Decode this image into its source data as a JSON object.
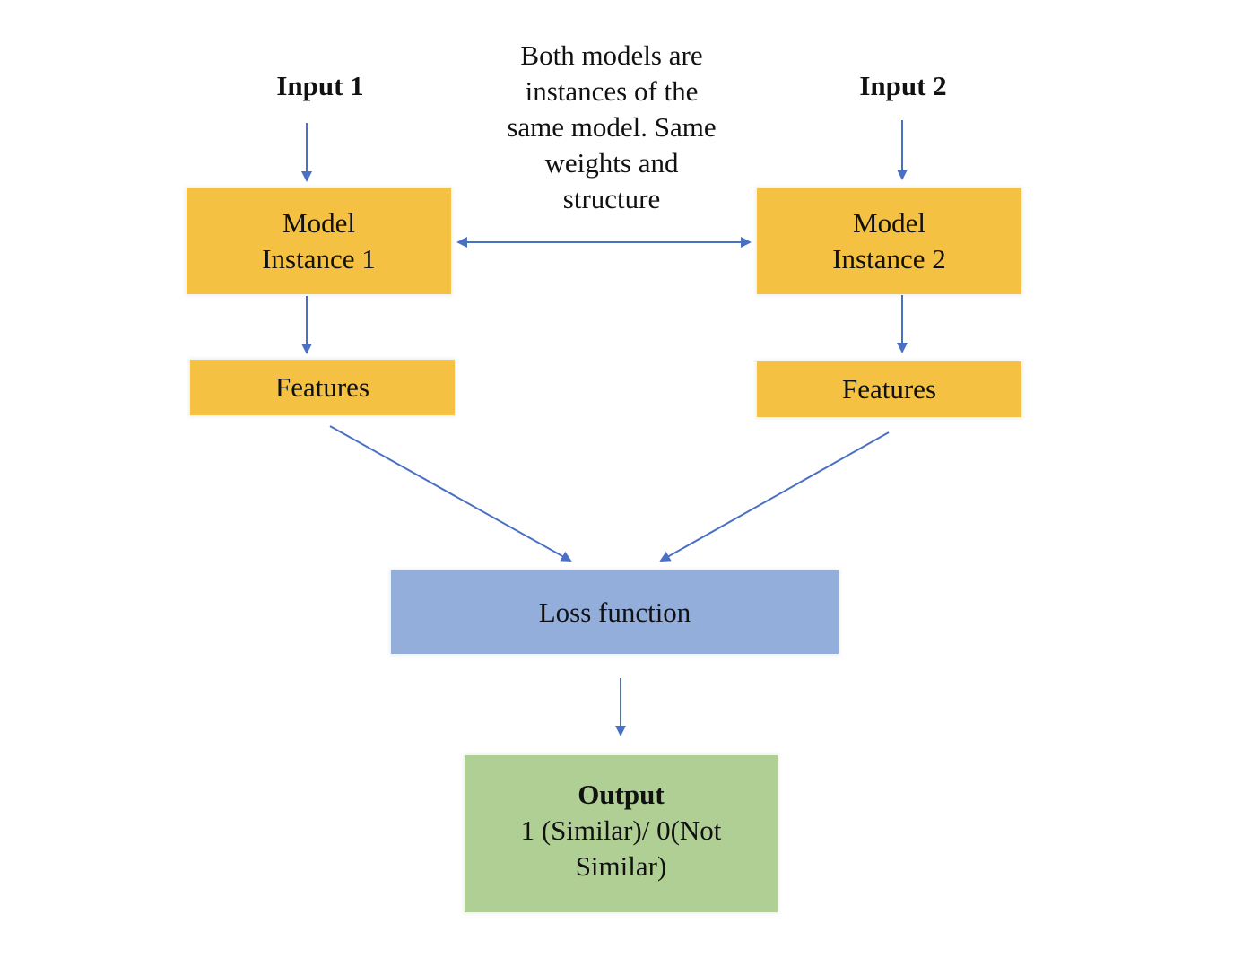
{
  "inputs": {
    "input1": "Input 1",
    "input2": "Input 2"
  },
  "note": {
    "line1": "Both models are",
    "line2": "instances of the",
    "line3": "same model. Same",
    "line4": "weights and",
    "line5": "structure"
  },
  "model1": {
    "line1": "Model",
    "line2": "Instance 1"
  },
  "model2": {
    "line1": "Model",
    "line2": "Instance 2"
  },
  "features1": "Features",
  "features2": "Features",
  "loss": "Loss function",
  "output": {
    "title": "Output",
    "line1": "1 (Similar)/ 0(Not",
    "line2": "Similar)"
  },
  "colors": {
    "model_box": "#F5C142",
    "loss_box": "#94AEDB",
    "output_box": "#B0CF94",
    "arrow": "#4A70C4"
  }
}
